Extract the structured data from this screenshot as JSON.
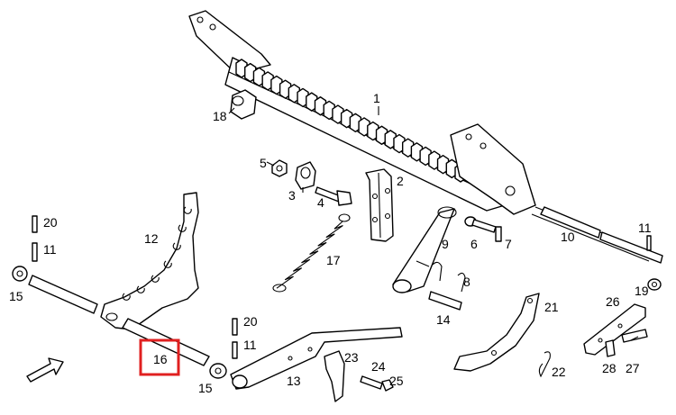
{
  "labels": {
    "p1": "1",
    "p2": "2",
    "p3": "3",
    "p4": "4",
    "p5": "5",
    "p6": "6",
    "p7": "7",
    "p8": "8",
    "p9": "9",
    "p10": "10",
    "p11a": "11",
    "p11b": "11",
    "p11c": "11",
    "p12": "12",
    "p13": "13",
    "p14": "14",
    "p15a": "15",
    "p15b": "15",
    "p16": "16",
    "p17": "17",
    "p18": "18",
    "p19": "19",
    "p20a": "20",
    "p20b": "20",
    "p21": "21",
    "p22": "22",
    "p23": "23",
    "p24": "24",
    "p25": "25",
    "p26": "26",
    "p27": "27",
    "p28": "28"
  },
  "highlight": {
    "part": "16",
    "color": "#e02020"
  }
}
